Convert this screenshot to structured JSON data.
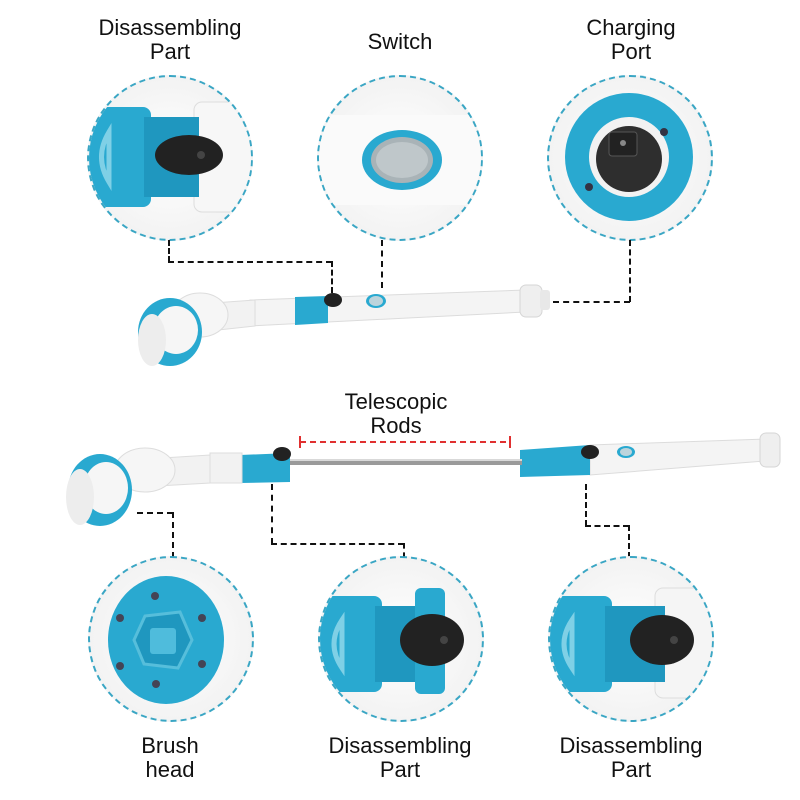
{
  "colors": {
    "accent_teal": "#29a9d0",
    "dashed_circle": "#3aa6c4",
    "leader_line": "#111111",
    "telescopic_marker": "#e03030",
    "body_white": "#f4f4f4",
    "knob_black": "#222222",
    "rod_metal": "#9a9a9a"
  },
  "top_callouts": [
    {
      "id": "disassembling-part-top",
      "line1": "Disassembling",
      "line2": "Part",
      "icon": "release-latch-icon"
    },
    {
      "id": "switch",
      "line1": "Switch",
      "line2": "",
      "icon": "power-switch-icon"
    },
    {
      "id": "charging-port",
      "line1": "Charging",
      "line2": "Port",
      "icon": "charging-port-icon"
    }
  ],
  "telescopic": {
    "line1": "Telescopic",
    "line2": "Rods"
  },
  "bottom_callouts": [
    {
      "id": "brush-head",
      "line1": "Brush",
      "line2": "head",
      "icon": "brush-head-mount-icon"
    },
    {
      "id": "disassembling-part-left",
      "line1": "Disassembling",
      "line2": "Part",
      "icon": "release-latch-icon"
    },
    {
      "id": "disassembling-part-right",
      "line1": "Disassembling",
      "line2": "Part",
      "icon": "release-latch-icon"
    }
  ],
  "products": [
    {
      "id": "scrubber-compact",
      "state": "retracted"
    },
    {
      "id": "scrubber-extended",
      "state": "extended"
    }
  ]
}
